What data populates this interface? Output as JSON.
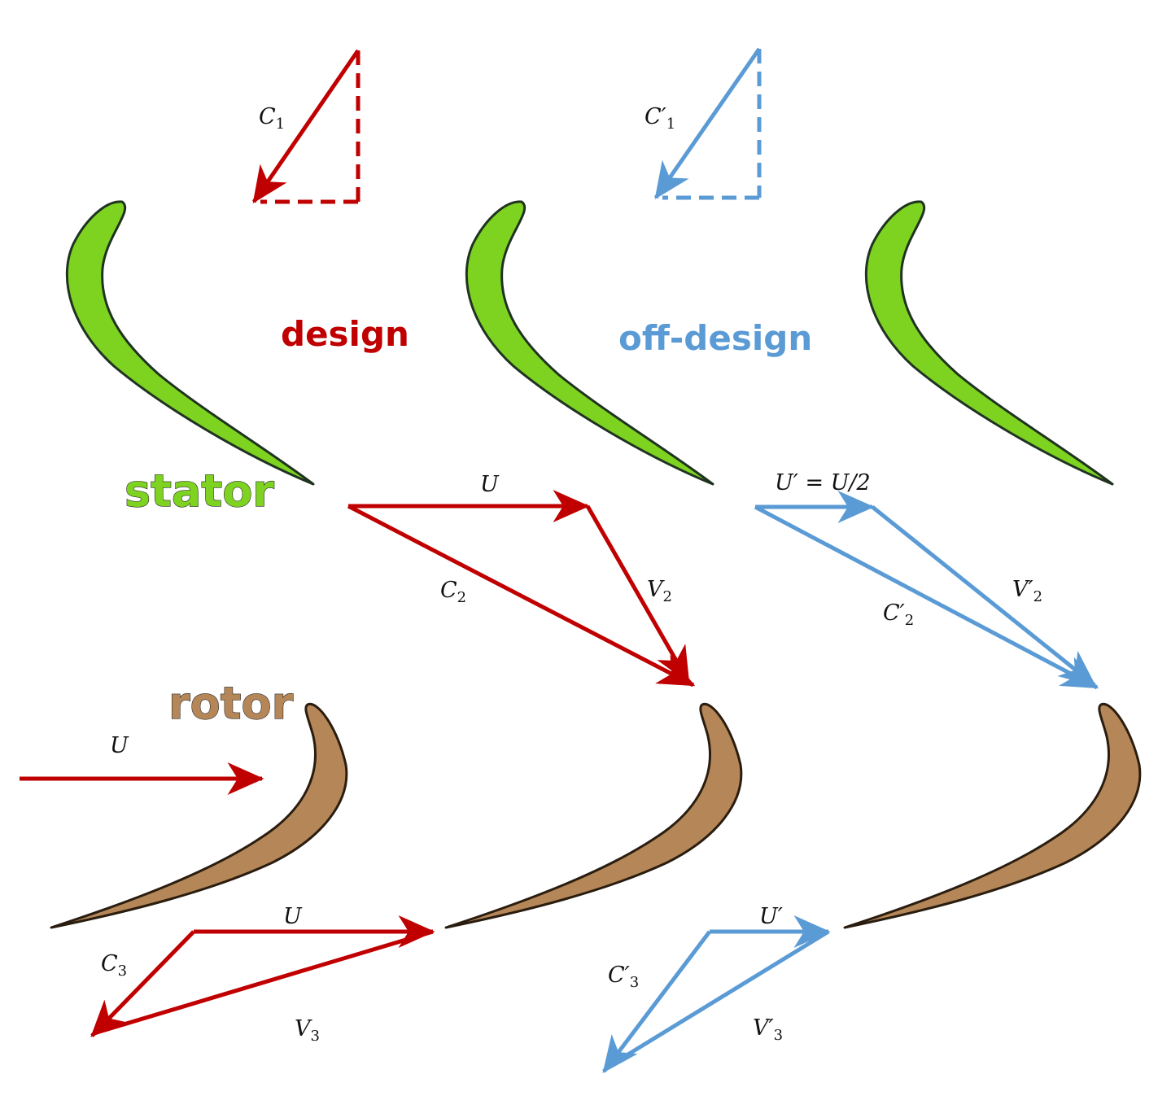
{
  "colors": {
    "design": "#c00000",
    "off_design": "#5b9bd5",
    "stator_fill": "#7ed321",
    "rotor_fill": "#b58758"
  },
  "titles": {
    "design": "design",
    "off_design": "off-design",
    "stator": "stator",
    "rotor": "rotor"
  },
  "labels": {
    "C1": {
      "base": "C",
      "sub": "1"
    },
    "C1p": {
      "base": "C′",
      "sub": "1"
    },
    "U_top": {
      "base": "U",
      "sub": ""
    },
    "C2": {
      "base": "C",
      "sub": "2"
    },
    "V2": {
      "base": "V",
      "sub": "2"
    },
    "Up_eq": {
      "base": "U′ = U/2",
      "sub": ""
    },
    "C2p": {
      "base": "C′",
      "sub": "2"
    },
    "V2p": {
      "base": "V′",
      "sub": "2"
    },
    "U_rotor": {
      "base": "U",
      "sub": ""
    },
    "U_bottom": {
      "base": "U",
      "sub": ""
    },
    "C3": {
      "base": "C",
      "sub": "3"
    },
    "V3": {
      "base": "V",
      "sub": "3"
    },
    "Up_bottom": {
      "base": "U′",
      "sub": ""
    },
    "C3p": {
      "base": "C′",
      "sub": "3"
    },
    "V3p": {
      "base": "V′",
      "sub": "3"
    }
  }
}
